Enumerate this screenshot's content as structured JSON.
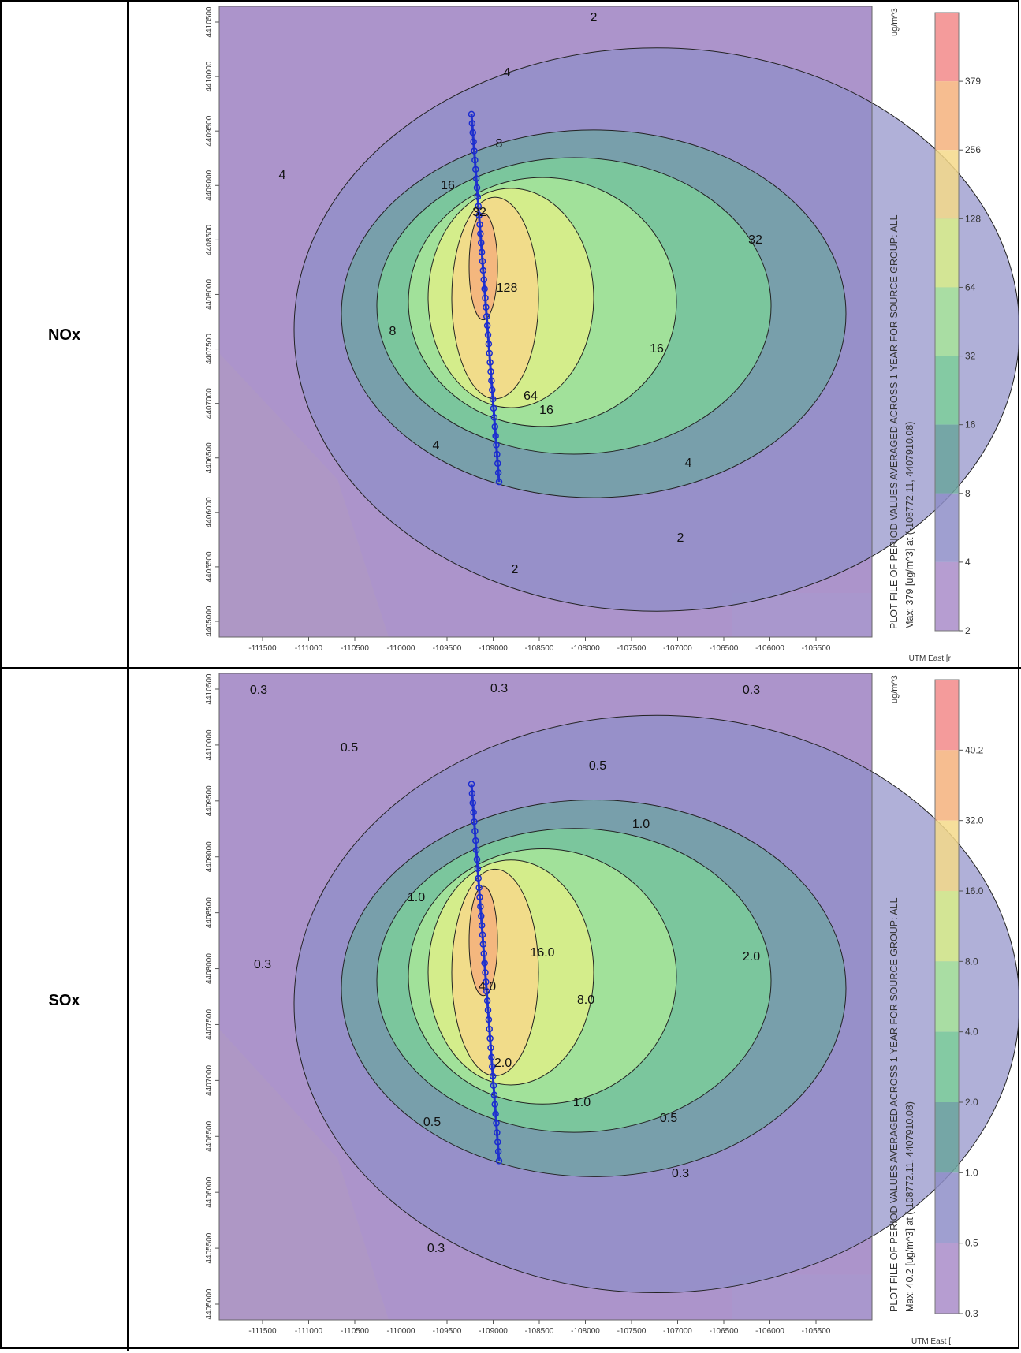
{
  "table": {
    "rows": [
      {
        "label": "NOx",
        "plot": {
          "title": "PLOT FILE OF PERIOD VALUES AVERAGED ACROSS 1 YEAR FOR SOURCE GROUP: ALL",
          "subtitle": "Max:  379  [ug/m^3]  at  (-108772.11, 4407910.08)",
          "unit": "ug/m^3",
          "x_axis_label": "UTM East [r",
          "x_ticks": [
            "-111500",
            "-111000",
            "-110500",
            "-110000",
            "-109500",
            "-109000",
            "-108500",
            "-108000",
            "-107500",
            "-107000",
            "-106500",
            "-106000",
            "-105500"
          ],
          "y_ticks": [
            "4410500",
            "4410000",
            "4409500",
            "4409000",
            "4408500",
            "4408000",
            "4407500",
            "4407000",
            "4406500",
            "4406000",
            "4405500",
            "4405000"
          ],
          "legend_levels": [
            "379",
            "256",
            "128",
            "64",
            "32",
            "16",
            "8",
            "4",
            "2"
          ],
          "legend_colors": [
            "#f28a8a",
            "#f4b27c",
            "#f4d98a",
            "#d9ee8a",
            "#a8e59a",
            "#7ccf9a",
            "#6ba59e",
            "#8e8ec8",
            "#a98cc9"
          ],
          "contour_labels": [
            "2",
            "4",
            "8",
            "16",
            "32",
            "128",
            "64",
            "16",
            "32",
            "16",
            "8",
            "4",
            "4",
            "4",
            "2",
            "2"
          ]
        }
      },
      {
        "label": "SOx",
        "plot": {
          "title": "PLOT FILE OF PERIOD VALUES AVERAGED ACROSS 1 YEAR FOR SOURCE GROUP: ALL",
          "subtitle": "Max:  40.2  [ug/m^3]  at  (-108772.11, 4407910.08)",
          "unit": "ug/m^3",
          "x_axis_label": "UTM East [",
          "x_ticks": [
            "-111500",
            "-111000",
            "-110500",
            "-110000",
            "-109500",
            "-109000",
            "-108500",
            "-108000",
            "-107500",
            "-107000",
            "-106500",
            "-106000",
            "-105500"
          ],
          "y_ticks": [
            "4410500",
            "4410000",
            "4409500",
            "4409000",
            "4408500",
            "4408000",
            "4407500",
            "4407000",
            "4406500",
            "4406000",
            "4405500",
            "4405000"
          ],
          "legend_levels": [
            "40.2",
            "32.0",
            "16.0",
            "8.0",
            "4.0",
            "2.0",
            "1.0",
            "0.5",
            "0.3"
          ],
          "legend_colors": [
            "#f28a8a",
            "#f4b27c",
            "#f4d98a",
            "#d9ee8a",
            "#a8e59a",
            "#7ccf9a",
            "#6ba59e",
            "#8e8ec8",
            "#a98cc9"
          ],
          "contour_labels": [
            "0.3",
            "0.3",
            "0.3",
            "0.5",
            "0.5",
            "1.0",
            "1.0",
            "2.0",
            "16.0",
            "8.0",
            "4.0",
            "2.0",
            "1.0",
            "0.5",
            "0.5",
            "0.3",
            "0.3",
            "0.3"
          ]
        }
      }
    ]
  }
}
